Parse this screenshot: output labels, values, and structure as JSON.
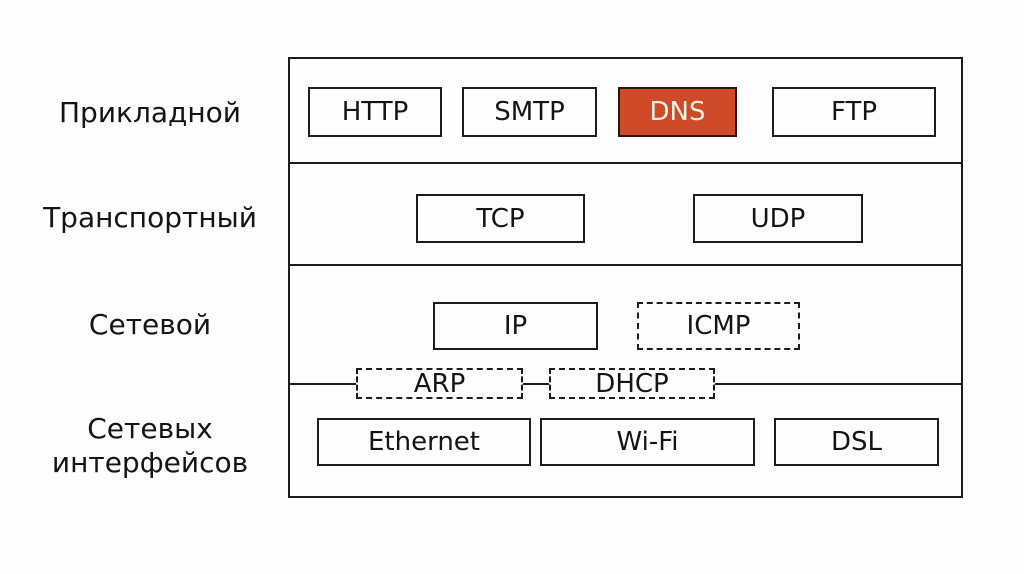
{
  "diagram": {
    "layers": [
      {
        "label": "Прикладной",
        "boxes": [
          {
            "text": "HTTP"
          },
          {
            "text": "SMTP"
          },
          {
            "text": "DNS",
            "highlighted": true
          },
          {
            "text": "FTP"
          }
        ]
      },
      {
        "label": "Транспортный",
        "boxes": [
          {
            "text": "TCP"
          },
          {
            "text": "UDP"
          }
        ]
      },
      {
        "label": "Сетевой",
        "boxes": [
          {
            "text": "IP"
          },
          {
            "text": "ICMP",
            "dashed": true
          },
          {
            "text": "ARP",
            "dashed": true
          },
          {
            "text": "DHCP",
            "dashed": true
          }
        ]
      },
      {
        "label": "Сетевых интерфейсов",
        "boxes": [
          {
            "text": "Ethernet"
          },
          {
            "text": "Wi-Fi"
          },
          {
            "text": "DSL"
          }
        ]
      }
    ],
    "colors": {
      "highlight_fill": "#cf4a28",
      "highlight_text": "#f8f1e6",
      "border": "#1c1c1c",
      "background": "#fdfdfd"
    }
  }
}
